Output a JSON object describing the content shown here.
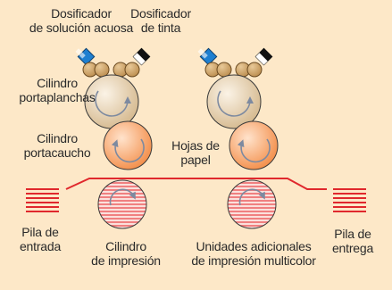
{
  "labels": {
    "water_doser": "Dosificador\nde solución acuosa",
    "ink_doser": "Dosificador\nde tinta",
    "plate_cylinder": "Cilindro\nportaplanchas",
    "blanket_cylinder": "Cilindro\nportacaucho",
    "paper_sheets": "Hojas de\npapel",
    "input_pile": "Pila de\nentrada",
    "impression_cylinder": "Cilindro\nde impresión",
    "additional_units": "Unidades adicionales\nde impresión multicolor",
    "delivery_pile": "Pila de\nentrega"
  },
  "colors": {
    "background": "#fde8c8",
    "paper_path": "#e0282d",
    "water_doser": "#1e7fd0",
    "ink_doser": "#111111",
    "small_roller": "#c99a5c",
    "plate_cylinder": "#d9c09a",
    "blanket_cylinder": "#f39a55",
    "impression_cylinder": "#f07e7e"
  }
}
